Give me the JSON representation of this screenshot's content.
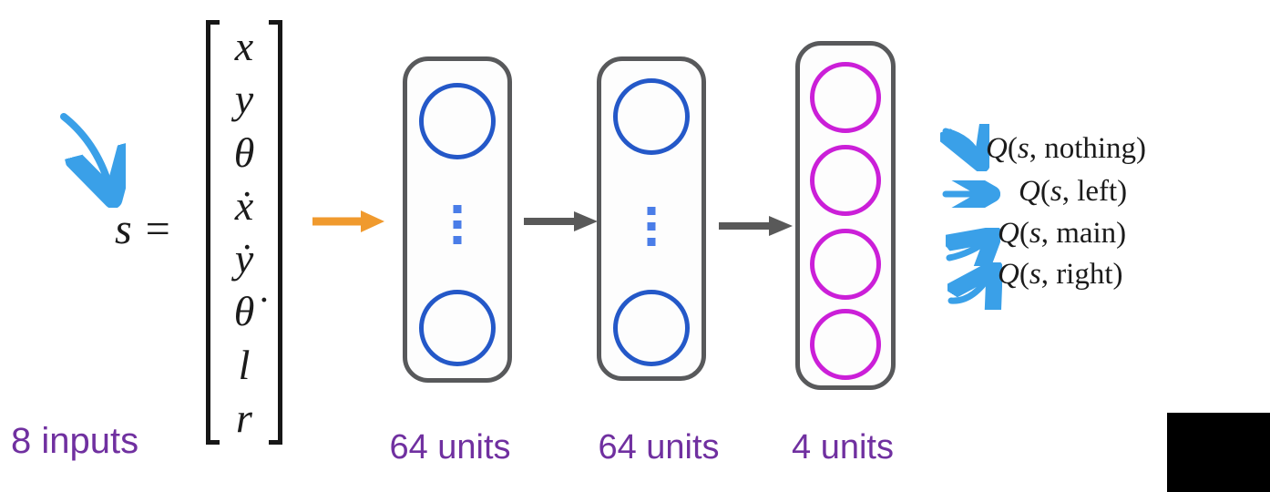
{
  "colors": {
    "neuron_blue": "#2458C8",
    "neuron_magenta": "#CB1FD8",
    "box_border_gray": "#58595B",
    "input_arrow_orange": "#F09A2E",
    "layer_arrow_gray": "#595959",
    "annotation_arrow_blue": "#3AA0E8",
    "label_purple": "#7030A0",
    "math_black": "#1b1b1b"
  },
  "state": {
    "symbol": "s =",
    "vector": [
      "x",
      "y",
      "θ",
      "ẋ",
      "ẏ",
      "θ̇",
      "l",
      "r"
    ],
    "inputs_label": "8 inputs"
  },
  "layers": [
    {
      "label": "64 units",
      "neurons_shown": 2,
      "has_ellipsis": true,
      "neuron_color": "blue"
    },
    {
      "label": "64 units",
      "neurons_shown": 2,
      "has_ellipsis": true,
      "neuron_color": "blue"
    },
    {
      "label": "4 units",
      "neurons_shown": 4,
      "has_ellipsis": false,
      "neuron_color": "magenta"
    }
  ],
  "outputs": {
    "fn": "Q",
    "var": "s",
    "syntax": {
      "open": "(",
      "comma": ", ",
      "close": ")"
    },
    "actions": [
      "nothing",
      "left",
      "main",
      "right"
    ]
  }
}
